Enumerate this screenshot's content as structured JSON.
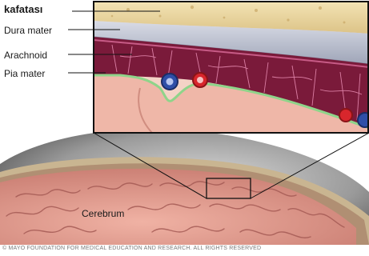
{
  "labels": {
    "skull": "kafatası",
    "dura_mater": "Dura mater",
    "arachnoid": "Arachnoid",
    "pia_mater": "Pia mater",
    "cerebrum": "Cerebrum"
  },
  "copyright": "© MAYO FOUNDATION FOR MEDICAL EDUCATION AND RESEARCH. ALL RIGHTS RESERVED",
  "colors": {
    "skull": "#e9d39c",
    "dura": "#b8bccb",
    "arachnoid_space": "#7a1a3a",
    "pia": "#8fd48a",
    "brain": "#e8a39a",
    "artery": "#d8262c",
    "vein": "#2f4fa8"
  }
}
